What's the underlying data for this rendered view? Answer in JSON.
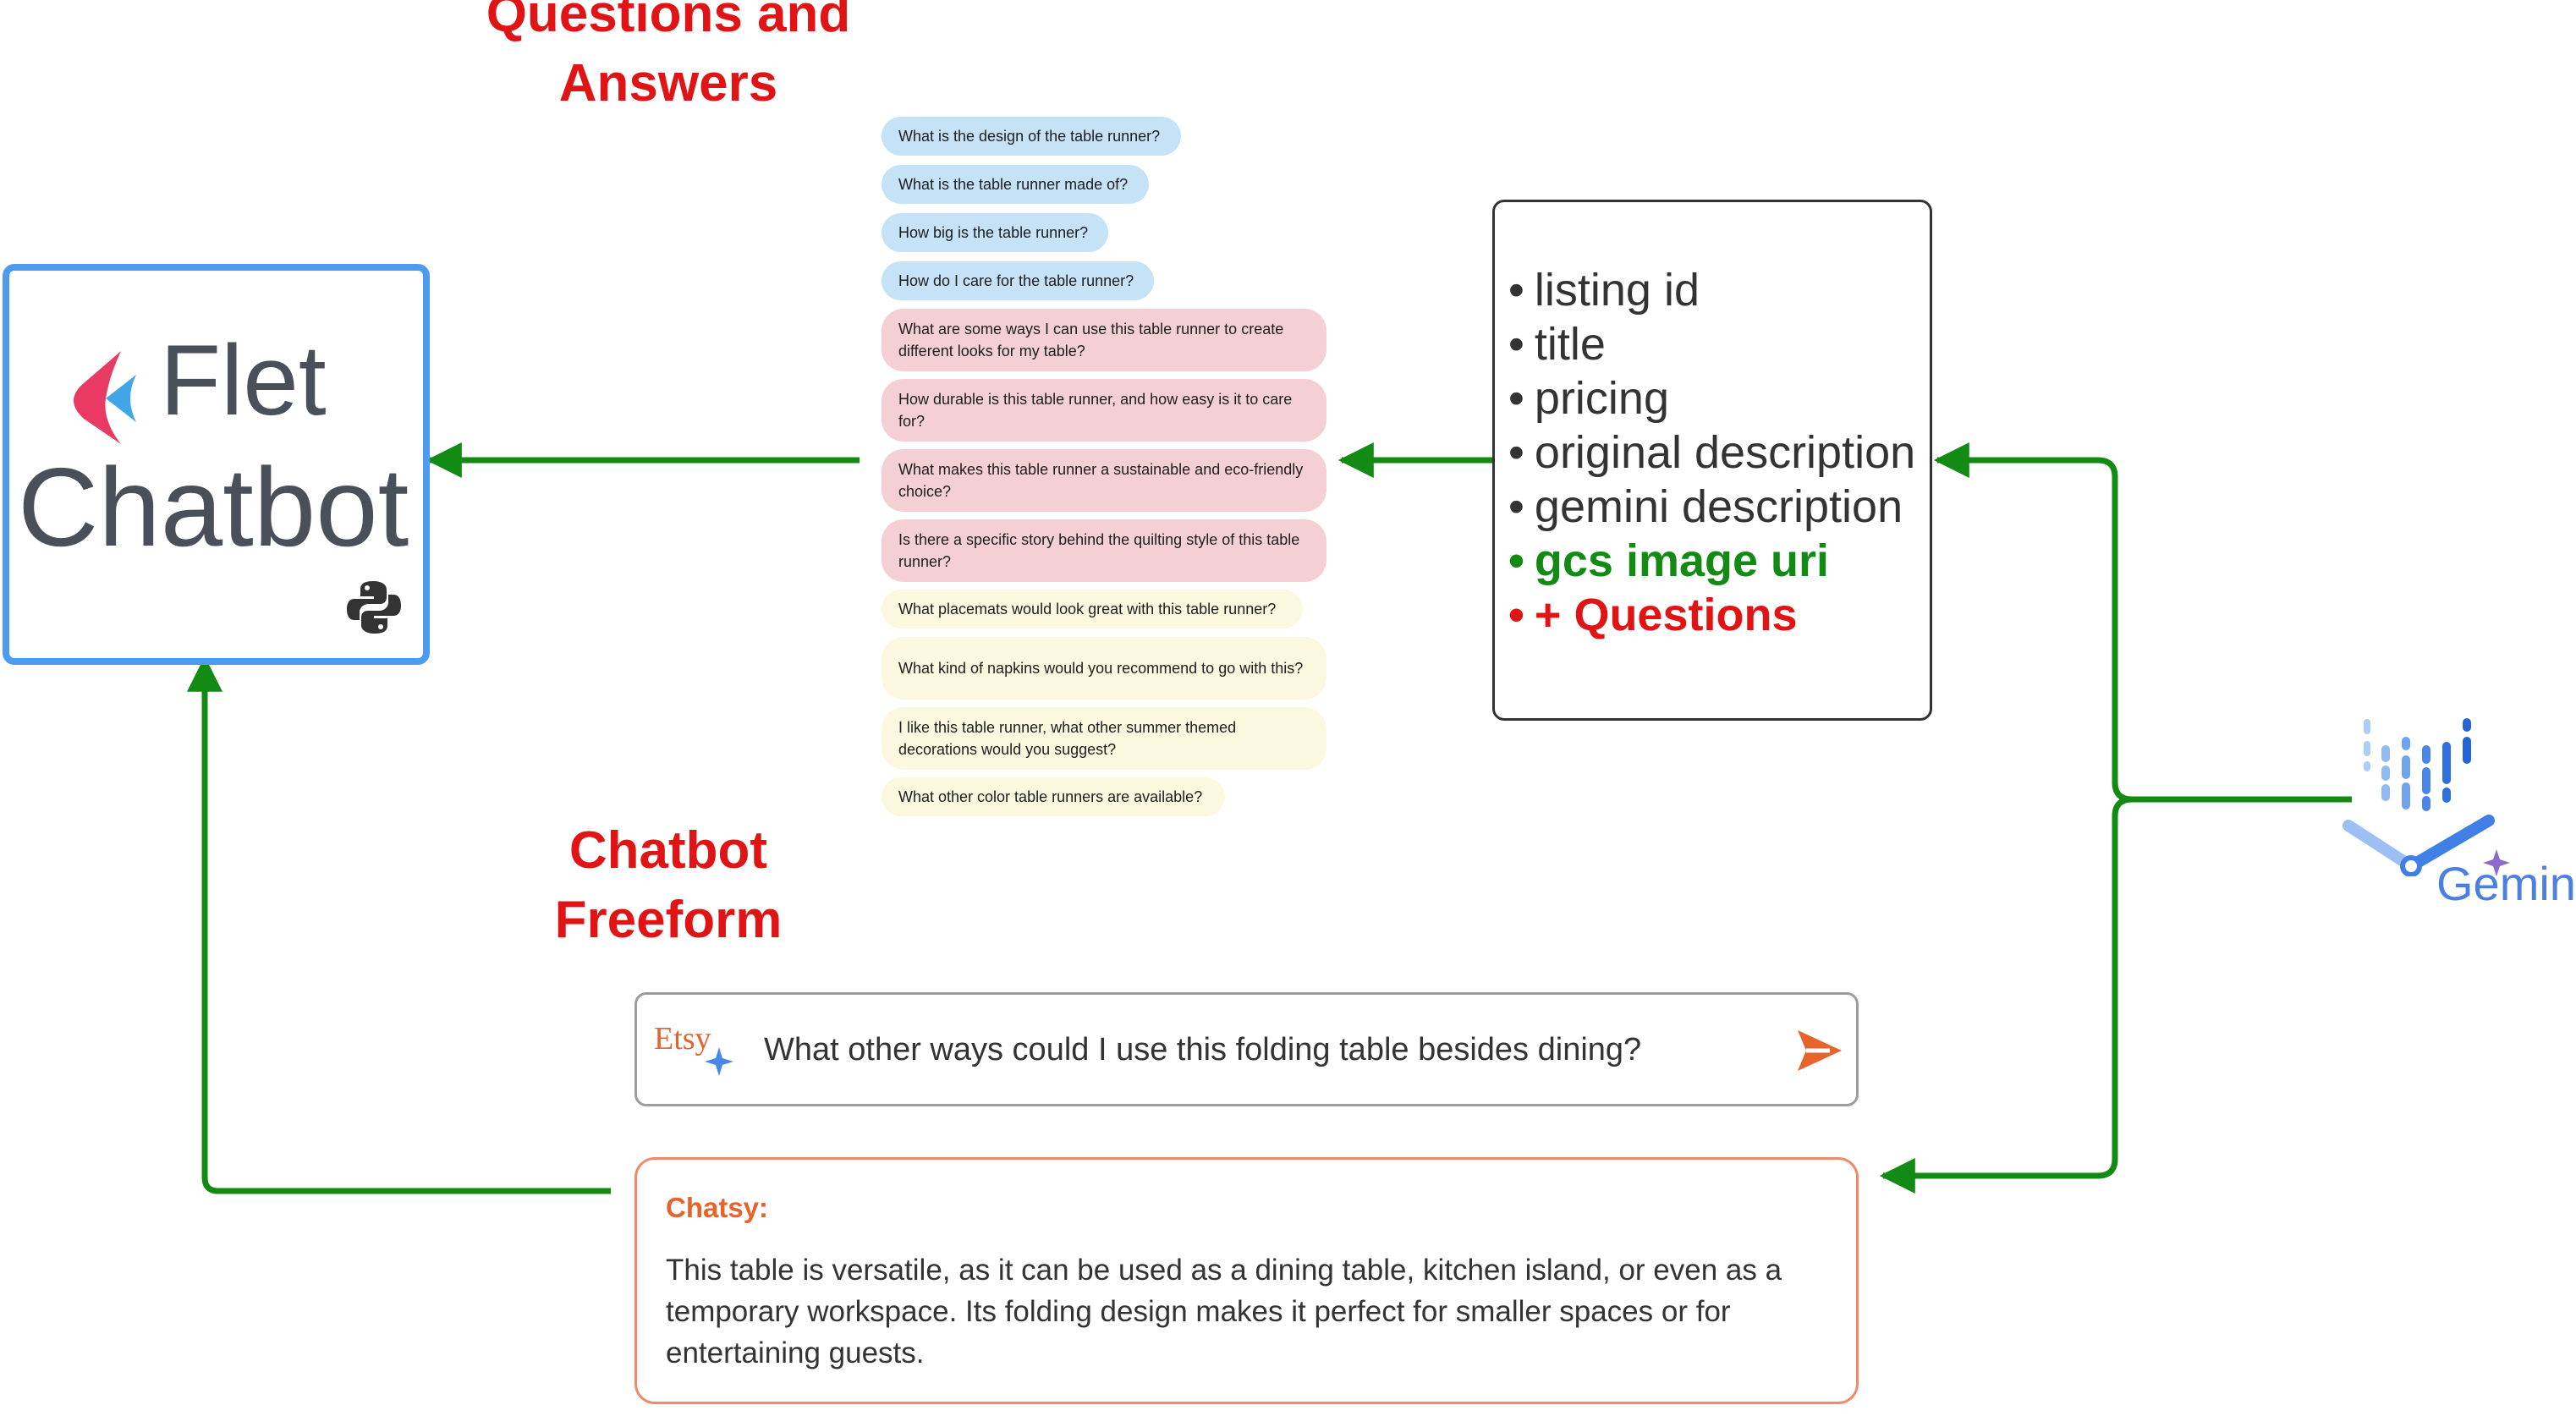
{
  "headings": {
    "questions_answers": [
      "Questions and",
      "Answers"
    ],
    "chatbot_freeform": [
      "Chatbot",
      "Freeform"
    ]
  },
  "flet_box": {
    "line1": "Flet",
    "line2": "Chatbot",
    "logo_icon": "flet-logo-icon",
    "python_icon": "python-icon"
  },
  "questions": [
    {
      "text": "What is the design of the table runner?",
      "type": "blue"
    },
    {
      "text": "What is the table runner made of?",
      "type": "blue"
    },
    {
      "text": "How big is the table runner?",
      "type": "blue"
    },
    {
      "text": "How do I care for the table runner?",
      "type": "blue"
    },
    {
      "text": "What are some ways I can use this table runner to create different looks for my table?",
      "type": "pink"
    },
    {
      "text": "How durable is this table runner, and how easy is it to care for?",
      "type": "pink"
    },
    {
      "text": "What makes this table runner a sustainable and eco-friendly choice?",
      "type": "pink"
    },
    {
      "text": "Is there a specific story behind the quilting style of this table runner?",
      "type": "pink"
    },
    {
      "text": "What placemats would look great with this table runner?",
      "type": "yellow"
    },
    {
      "text": "What kind of napkins would you recommend to go with this?",
      "type": "yellow"
    },
    {
      "text": "I like this table runner, what other summer themed decorations would you suggest?",
      "type": "yellow"
    },
    {
      "text": "What other color table runners are available?",
      "type": "yellow"
    }
  ],
  "fields": [
    {
      "text": "listing id",
      "style": "normal"
    },
    {
      "text": "title",
      "style": "normal"
    },
    {
      "text": "pricing",
      "style": "normal"
    },
    {
      "text": "original description",
      "style": "normal"
    },
    {
      "text": "gemini description",
      "style": "normal"
    },
    {
      "text": "gcs image uri",
      "style": "green"
    },
    {
      "text": "+ Questions",
      "style": "red"
    }
  ],
  "gemini": {
    "word": "Gemini",
    "logo_icon": "gemini-logo-icon"
  },
  "query": {
    "logo_text": "Etsy",
    "text": "What other ways could I use this folding table besides dining?",
    "send_icon": "send-icon"
  },
  "response": {
    "sender": "Chatsy:",
    "text": "This table is versatile, as it can be used as a dining table, kitchen island, or even as a temporary workspace. Its folding design makes it perfect for smaller spaces or for entertaining guests."
  },
  "colors": {
    "arrow": "#138a13",
    "heading": "#e01414",
    "flet_border": "#4c9bef",
    "bubble_blue": "#c5e2f7",
    "bubble_pink": "#f4cfd4",
    "bubble_yellow": "#fcf8e0",
    "etsy_orange": "#e6632b",
    "response_border": "#ef8a6c",
    "gemini_blue": "#4b7fe0"
  }
}
